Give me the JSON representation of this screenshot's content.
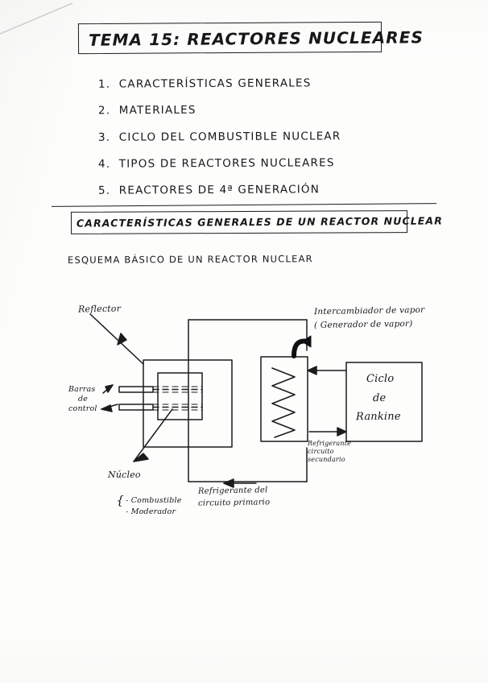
{
  "document": {
    "title_box": "TEMA 15: REACTORES NUCLEARES",
    "toc": [
      {
        "number": "1.",
        "label": "CARACTERÍSTICAS  GENERALES"
      },
      {
        "number": "2.",
        "label": "MATERIALES"
      },
      {
        "number": "3.",
        "label": "CICLO DEL COMBUSTIBLE  NUCLEAR"
      },
      {
        "number": "4.",
        "label": "TIPOS DE  REACTORES  NUCLEARES"
      },
      {
        "number": "5.",
        "label": "REACTORES DE   4ª GENERACIÓN"
      }
    ],
    "section_box": "CARACTERÍSTICAS GENERALES DE UN REACTOR NUCLEAR",
    "subheading": "ESQUEMA BÁSICO DE UN  REACTOR NUCLEAR"
  },
  "diagram": {
    "labels": {
      "reflector": "Reflector",
      "heat_exchanger_line1": "Intercambiador de vapor",
      "heat_exchanger_line2": "( Generador de vapor)",
      "control_rods_line1": "Barras",
      "control_rods_line2": "de",
      "control_rods_line3": "control",
      "rankine_line1": "Ciclo",
      "rankine_line2": "de",
      "rankine_line3": "Rankine",
      "core_title": "Núcleo",
      "core_item1": "- Combustible",
      "core_item2": "- Moderador",
      "primary_coolant_line1": "Refrigerante del",
      "primary_coolant_line2": "circuito primario",
      "secondary_coolant_line1": "Refrigerante",
      "secondary_coolant_line2": "circuito",
      "secondary_coolant_line3": "secundario"
    }
  },
  "colors": {
    "ink": "#17171a",
    "paper": "#fdfdfc"
  }
}
